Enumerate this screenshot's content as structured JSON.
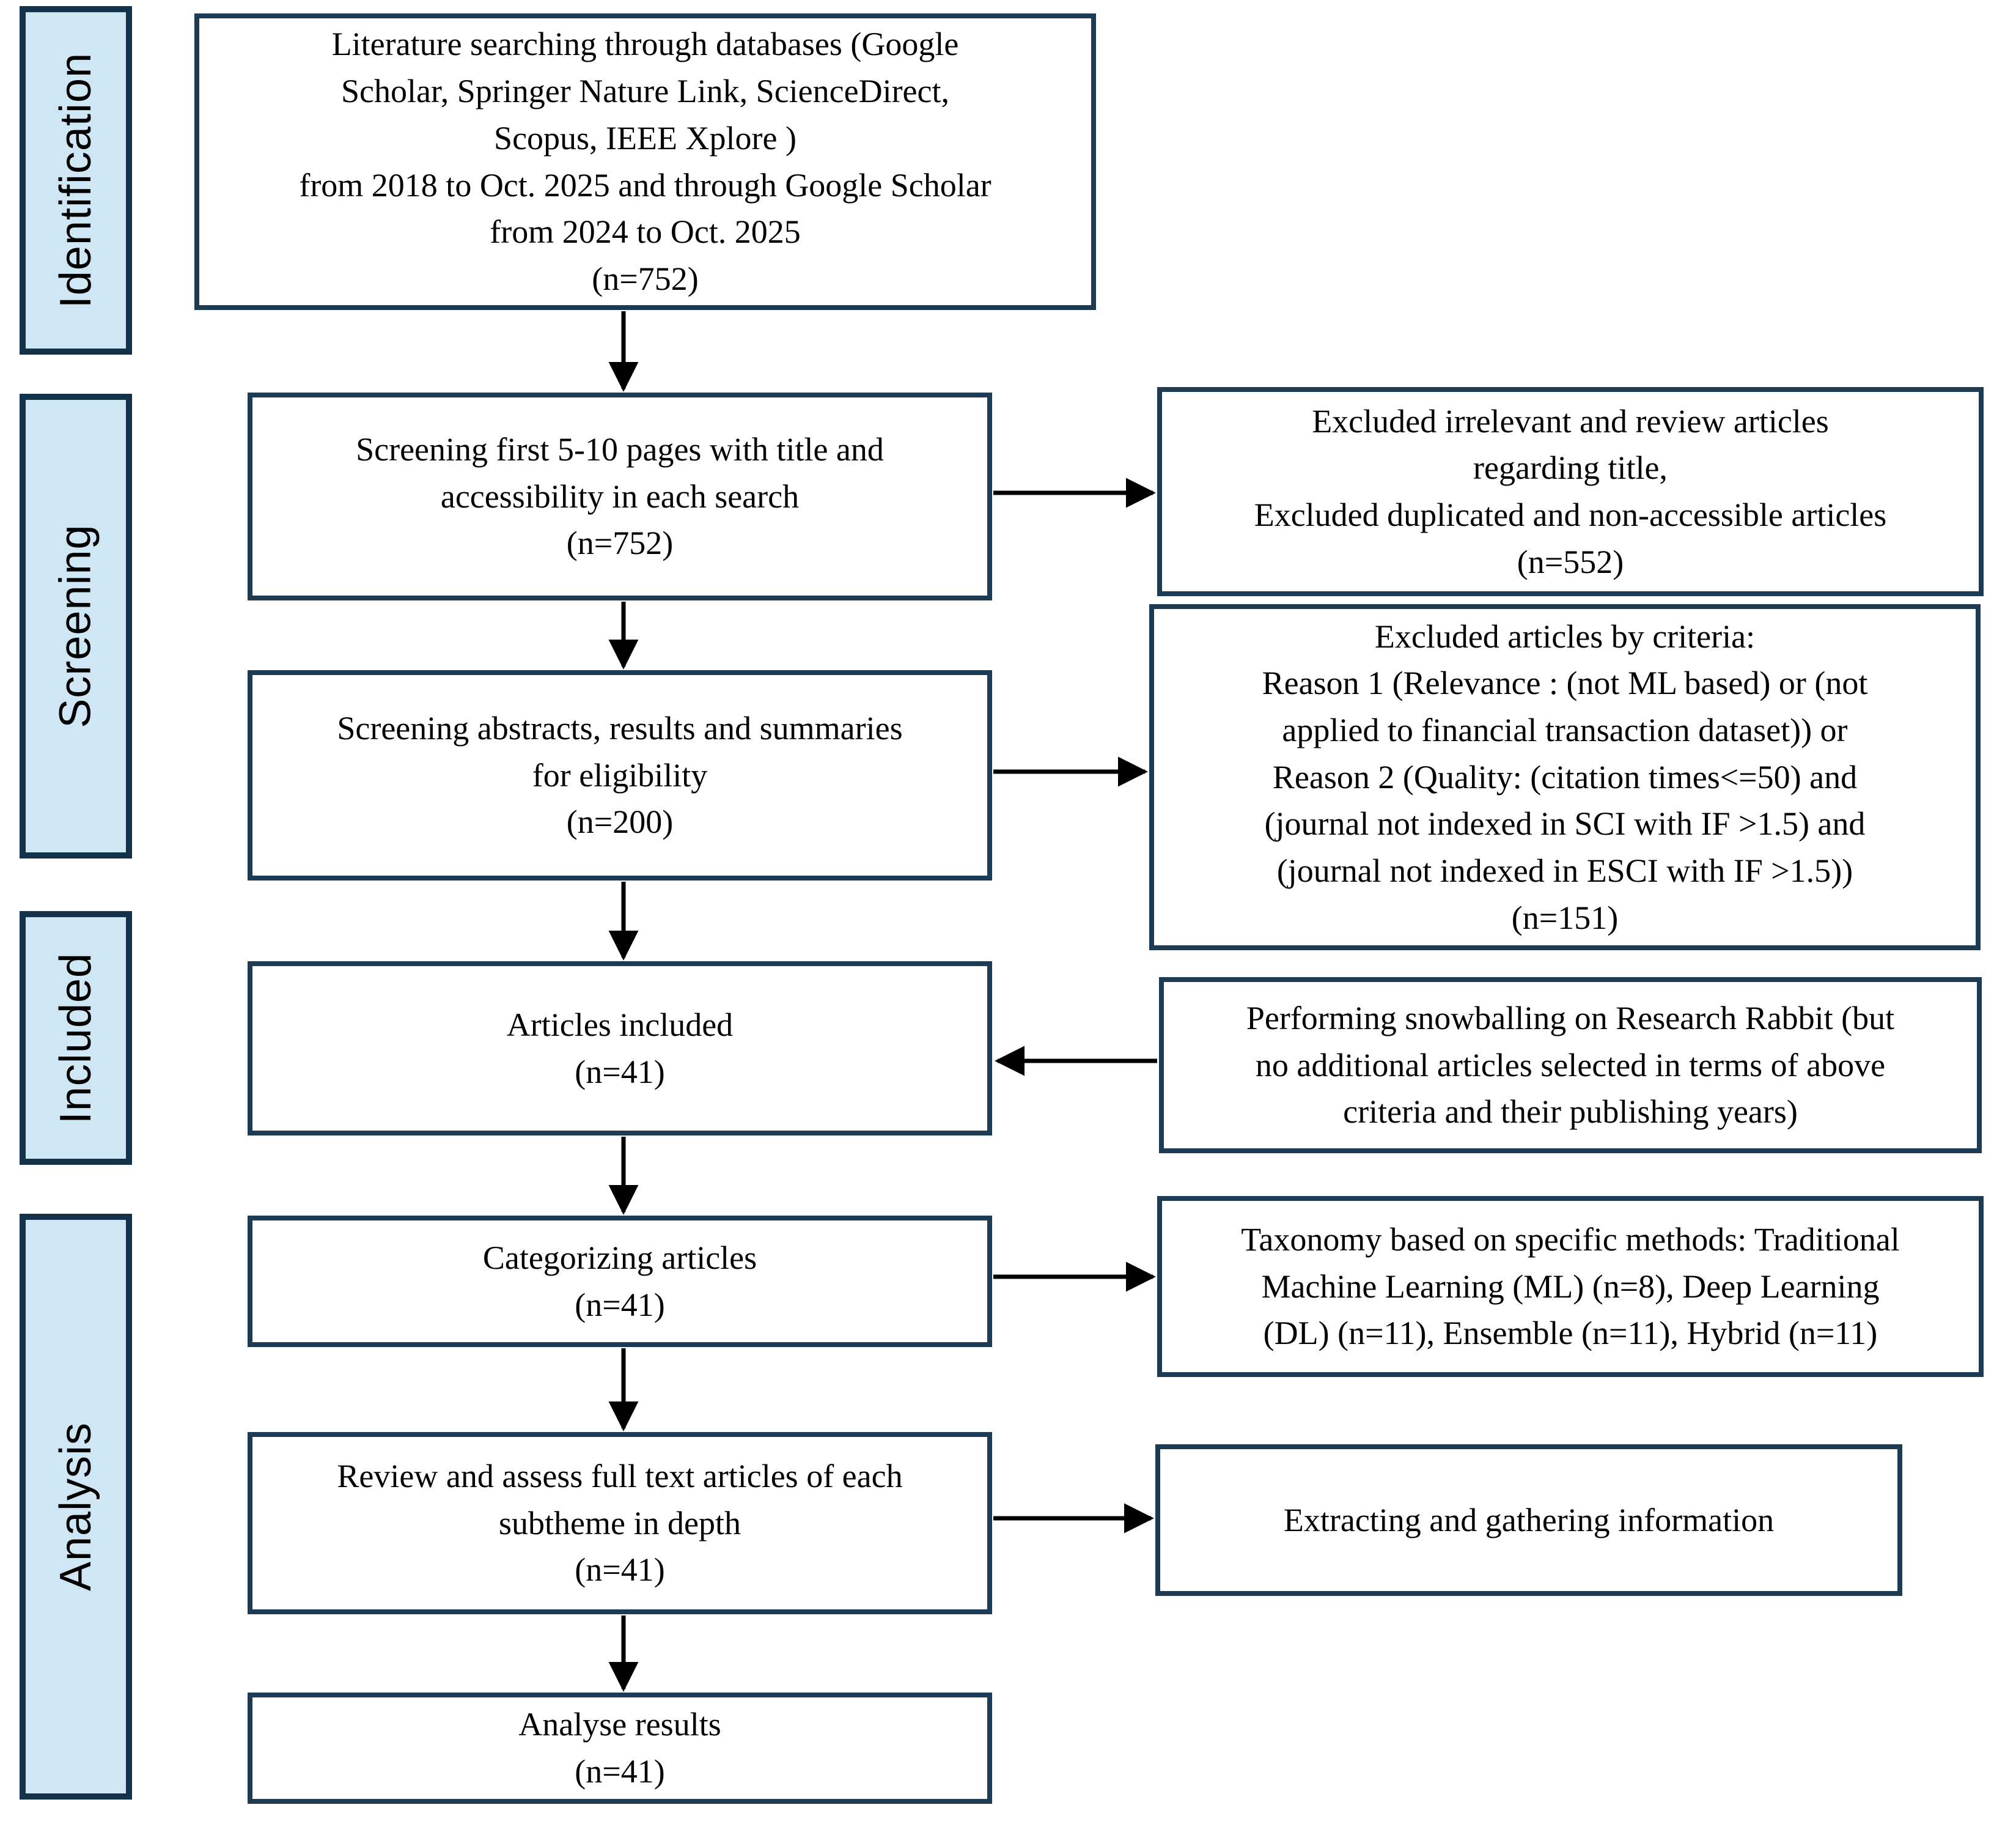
{
  "title": "PRISMA-style literature review flow diagram",
  "colors": {
    "box_fill": "#ffffff",
    "box_border": "#1d3b52",
    "sidebar_fill": "#cfe6f4",
    "sidebar_border": "#14324a",
    "arrow": "#000000",
    "text": "#000000"
  },
  "sidebar": {
    "items": [
      {
        "label": "Identification"
      },
      {
        "label": "Screening"
      },
      {
        "label": "Included"
      },
      {
        "label": "Analysis"
      }
    ]
  },
  "flow": {
    "left": [
      {
        "name": "literature-search",
        "lines": [
          "Literature searching through databases (Google",
          "Scholar, Springer Nature Link, ScienceDirect,",
          "Scopus, IEEE Xplore )",
          "from 2018 to Oct. 2025 and through Google Scholar",
          "from 2024 to Oct. 2025",
          "(n=752)"
        ]
      },
      {
        "name": "screening-title-accessibility",
        "lines": [
          "Screening first 5-10 pages with title and",
          "accessibility in each search",
          "(n=752)"
        ]
      },
      {
        "name": "screening-abstracts",
        "lines": [
          "Screening abstracts, results and summaries",
          "for eligibility",
          "(n=200)"
        ]
      },
      {
        "name": "articles-included",
        "lines": [
          "Articles included",
          "(n=41)"
        ]
      },
      {
        "name": "categorizing-articles",
        "lines": [
          "Categorizing articles",
          "(n=41)"
        ]
      },
      {
        "name": "review-full-text",
        "lines": [
          "Review and assess full text articles of each",
          "subtheme in depth",
          "(n=41)"
        ]
      },
      {
        "name": "analyse-results",
        "lines": [
          "Analyse results",
          "(n=41)"
        ]
      }
    ],
    "right": [
      {
        "name": "excluded-title",
        "lines": [
          "Excluded irrelevant and review articles",
          "regarding title,",
          "Excluded duplicated and non-accessible articles",
          "(n=552)"
        ]
      },
      {
        "name": "excluded-criteria",
        "lines": [
          "Excluded articles by criteria:",
          "Reason 1 (Relevance : (not ML based) or (not",
          "applied to financial transaction dataset)) or",
          "Reason 2 (Quality: (citation times<=50) and",
          "(journal not indexed in SCI with IF >1.5) and",
          "(journal not indexed in ESCI with IF >1.5))",
          "(n=151)"
        ]
      },
      {
        "name": "snowballing",
        "lines": [
          "Performing snowballing on Research Rabbit (but",
          "no additional articles selected in terms of above",
          "criteria and their publishing years)"
        ]
      },
      {
        "name": "taxonomy",
        "lines": [
          "Taxonomy based on specific methods: Traditional",
          "Machine Learning (ML) (n=8), Deep Learning",
          "(DL) (n=11), Ensemble (n=11), Hybrid (n=11)"
        ]
      },
      {
        "name": "extracting-information",
        "lines": [
          "Extracting and gathering information"
        ]
      }
    ]
  }
}
